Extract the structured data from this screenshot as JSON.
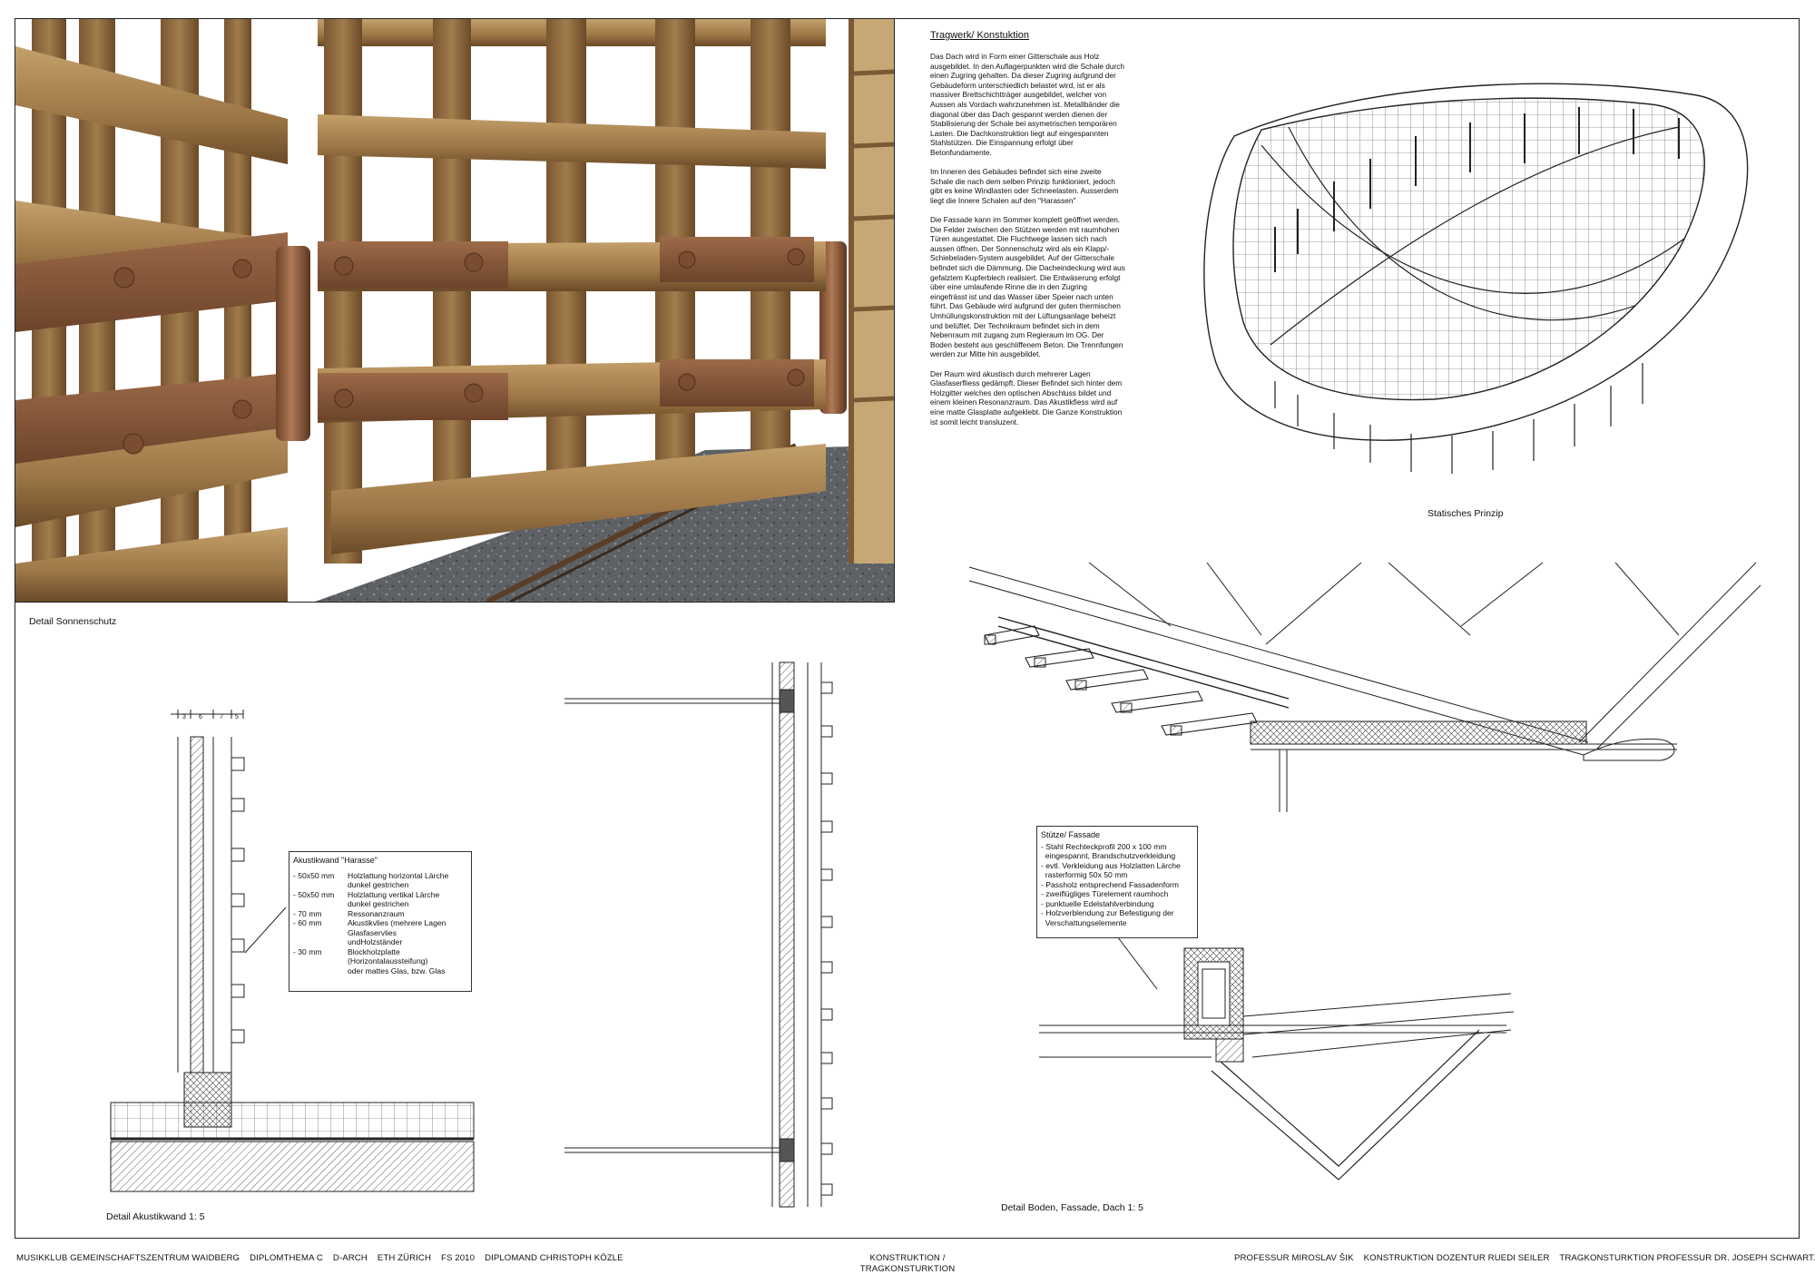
{
  "labels": {
    "detail_sonnenschutz": "Detail Sonnenschutz",
    "statisches_prinzip": "Statisches Prinzip",
    "detail_akustikwand": "Detail  Akustikwand 1: 5",
    "detail_boden": "Detail Boden, Fassade, Dach 1: 5"
  },
  "dims": [
    "3",
    "6",
    "7",
    "5"
  ],
  "text": {
    "heading": "Tragwerk/ Konstuktion",
    "paragraphs": [
      "Das Dach wird in Form einer Gitterschale aus Holz ausgebildet. In den Auflagerpunkten wird die Schale durch einen Zugring gehalten. Da dieser Zugring aufgrund der Gebäudeform unterschiedlich belastet wird, ist er als massiver Brettschichtträger ausgebildet, welcher von Aussen als Vordach wahrzunehmen ist. Metallbänder die diagonal über das Dach gespannt werden dienen der Stabilisierung der Schale bei asymetrischen temporären Lasten. Die Dachkonstruktion liegt auf eingespannten Stahlstützen. Die Einspannung erfolgt über Betonfundamente.",
      "Im Inneren des Gebäudes befindet sich eine zweite Schale die nach dem selben Prinzip funktioniert, jedoch gibt es keine Windlasten oder Schneelasten. Ausserdem liegt die Innere Schalen auf den \"Harassen\"",
      "Die Fassade kann im Sommer komplett geöffnet werden. Die Felder zwischen den Stützen werden mit raumhohen Türen ausgestattet. Die Fluchtwege lassen sich nach aussen öffnen. Der Sonnenschutz wird als ein Klapp/-Schiebeladen-System ausgebildet. Auf der Gitterschale befindet sich die Dämmung. Die Dacheindeckung wird aus gefalztem Kupferblech realisiert. Die Entwäserung erfolgt über eine umlaufende Rinne die in den Zugring eingefrässt ist und das Wasser über Speier nach unten führt. Das Gebäude wird aufgrund der guten thermischen Umhüllungskonstruktion mit der Lüftungsanlage beheizt und belüftet. Der Technikraum befindet sich in dem Nebenraum mit zugang zum Regieraum im OG. Der Boden besteht aus geschliffenem Beton. Die Trennfungen werden zur Mitte hin ausgebildet.",
      "Der Raum wird akustisch durch mehrerer Lagen Glasfaserfliess gedämpft. Dieser Befindet sich hinter dem Holzgitter welches den optischen Abschluss bildet und einem kleinen Resonanzraum. Das Akustikfiess wird auf eine matte Glasplatte aufgeklebt. Die Ganze Konstruktion ist somit leicht transluzent."
    ]
  },
  "akustik": {
    "title": "Akustikwand \"Harasse\"",
    "rows": [
      {
        "a": "- 50x50 mm",
        "b": "Holzlattung horizontal Lärche\ndunkel gestrichen"
      },
      {
        "a": "- 50x50 mm",
        "b": "Holzlattung vertikal Lärche\ndunkel gestrichen"
      },
      {
        "a": "- 70 mm",
        "b": "Ressonanzraum"
      },
      {
        "a": "- 60 mm",
        "b": "Akustikvlies (mehrere Lagen\nGlasfaservlies\nundHolzständer"
      },
      {
        "a": "- 30 mm",
        "b": "Blockholzplatte\n(Horizontalaussteifung)\noder mattes Glas, bzw. Glas"
      }
    ]
  },
  "stuetze": {
    "title": "Stütze/ Fassade",
    "items": [
      "- Stahl Rechteckprofil 200 x 100 mm\n  eingespannt, Brandschutzverkleidung",
      "- evtl. Verkleidung aus Holzlatten Lärche\n  rasterformig 50x 50 mm",
      "- Passholz entsprechend Fassadenform",
      "- zweiflügliges Türelement raumhoch",
      "- punktuelle Edelstahlverbindung",
      "- Holzverblendung zur Befestigung der\n  Verschattungselemente"
    ]
  },
  "footer": {
    "left": "MUSIKKLUB GEMEINSCHAFTSZENTRUM WAIDBERG    DIPLOMTHEMA C    D-ARCH    ETH ZÜRICH    FS 2010    DIPLOMAND CHRISTOPH KÖZLE",
    "center_line1": "KONSTRUKTION /",
    "center_line2": "TRAGKONSTURKTION",
    "right": "PROFESSUR MIROSLAV ŠIK    KONSTRUKTION DOZENTUR RUEDI SEILER    TRAGKONSTURKTION PROFESSUR DR. JOSEPH SCHWARTZ"
  },
  "colors": {
    "wood_light": "#b5915c",
    "wood_dark": "#6e4e2c",
    "copper": "#8a5a3c",
    "floor": "#5e6166",
    "line": "#222222"
  }
}
